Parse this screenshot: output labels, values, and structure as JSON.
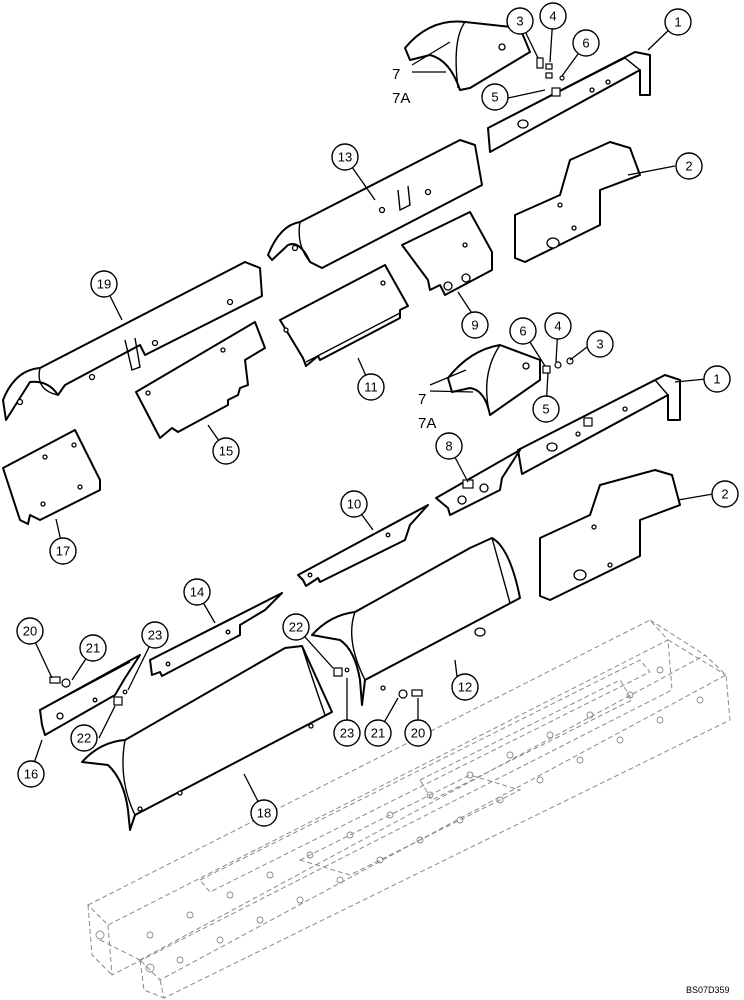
{
  "callouts": {
    "c1a": "1",
    "c1b": "1",
    "c2a": "2",
    "c2b": "2",
    "c3a": "3",
    "c3b": "3",
    "c4a": "4",
    "c4b": "4",
    "c5a": "5",
    "c5b": "5",
    "c6a": "6",
    "c6b": "6",
    "c8": "8",
    "c9": "9",
    "c10": "10",
    "c11": "11",
    "c12": "12",
    "c13": "13",
    "c14": "14",
    "c15": "15",
    "c16": "16",
    "c17": "17",
    "c18": "18",
    "c19": "19",
    "c20a": "20",
    "c20b": "20",
    "c21a": "21",
    "c21b": "21",
    "c22a": "22",
    "c22b": "22",
    "c23a": "23",
    "c23b": "23"
  },
  "text_labels": {
    "seven_a": "7",
    "seven_a_alt": "7A",
    "seven_b": "7",
    "seven_b_alt": "7A"
  },
  "reference_code": "BS07D359"
}
